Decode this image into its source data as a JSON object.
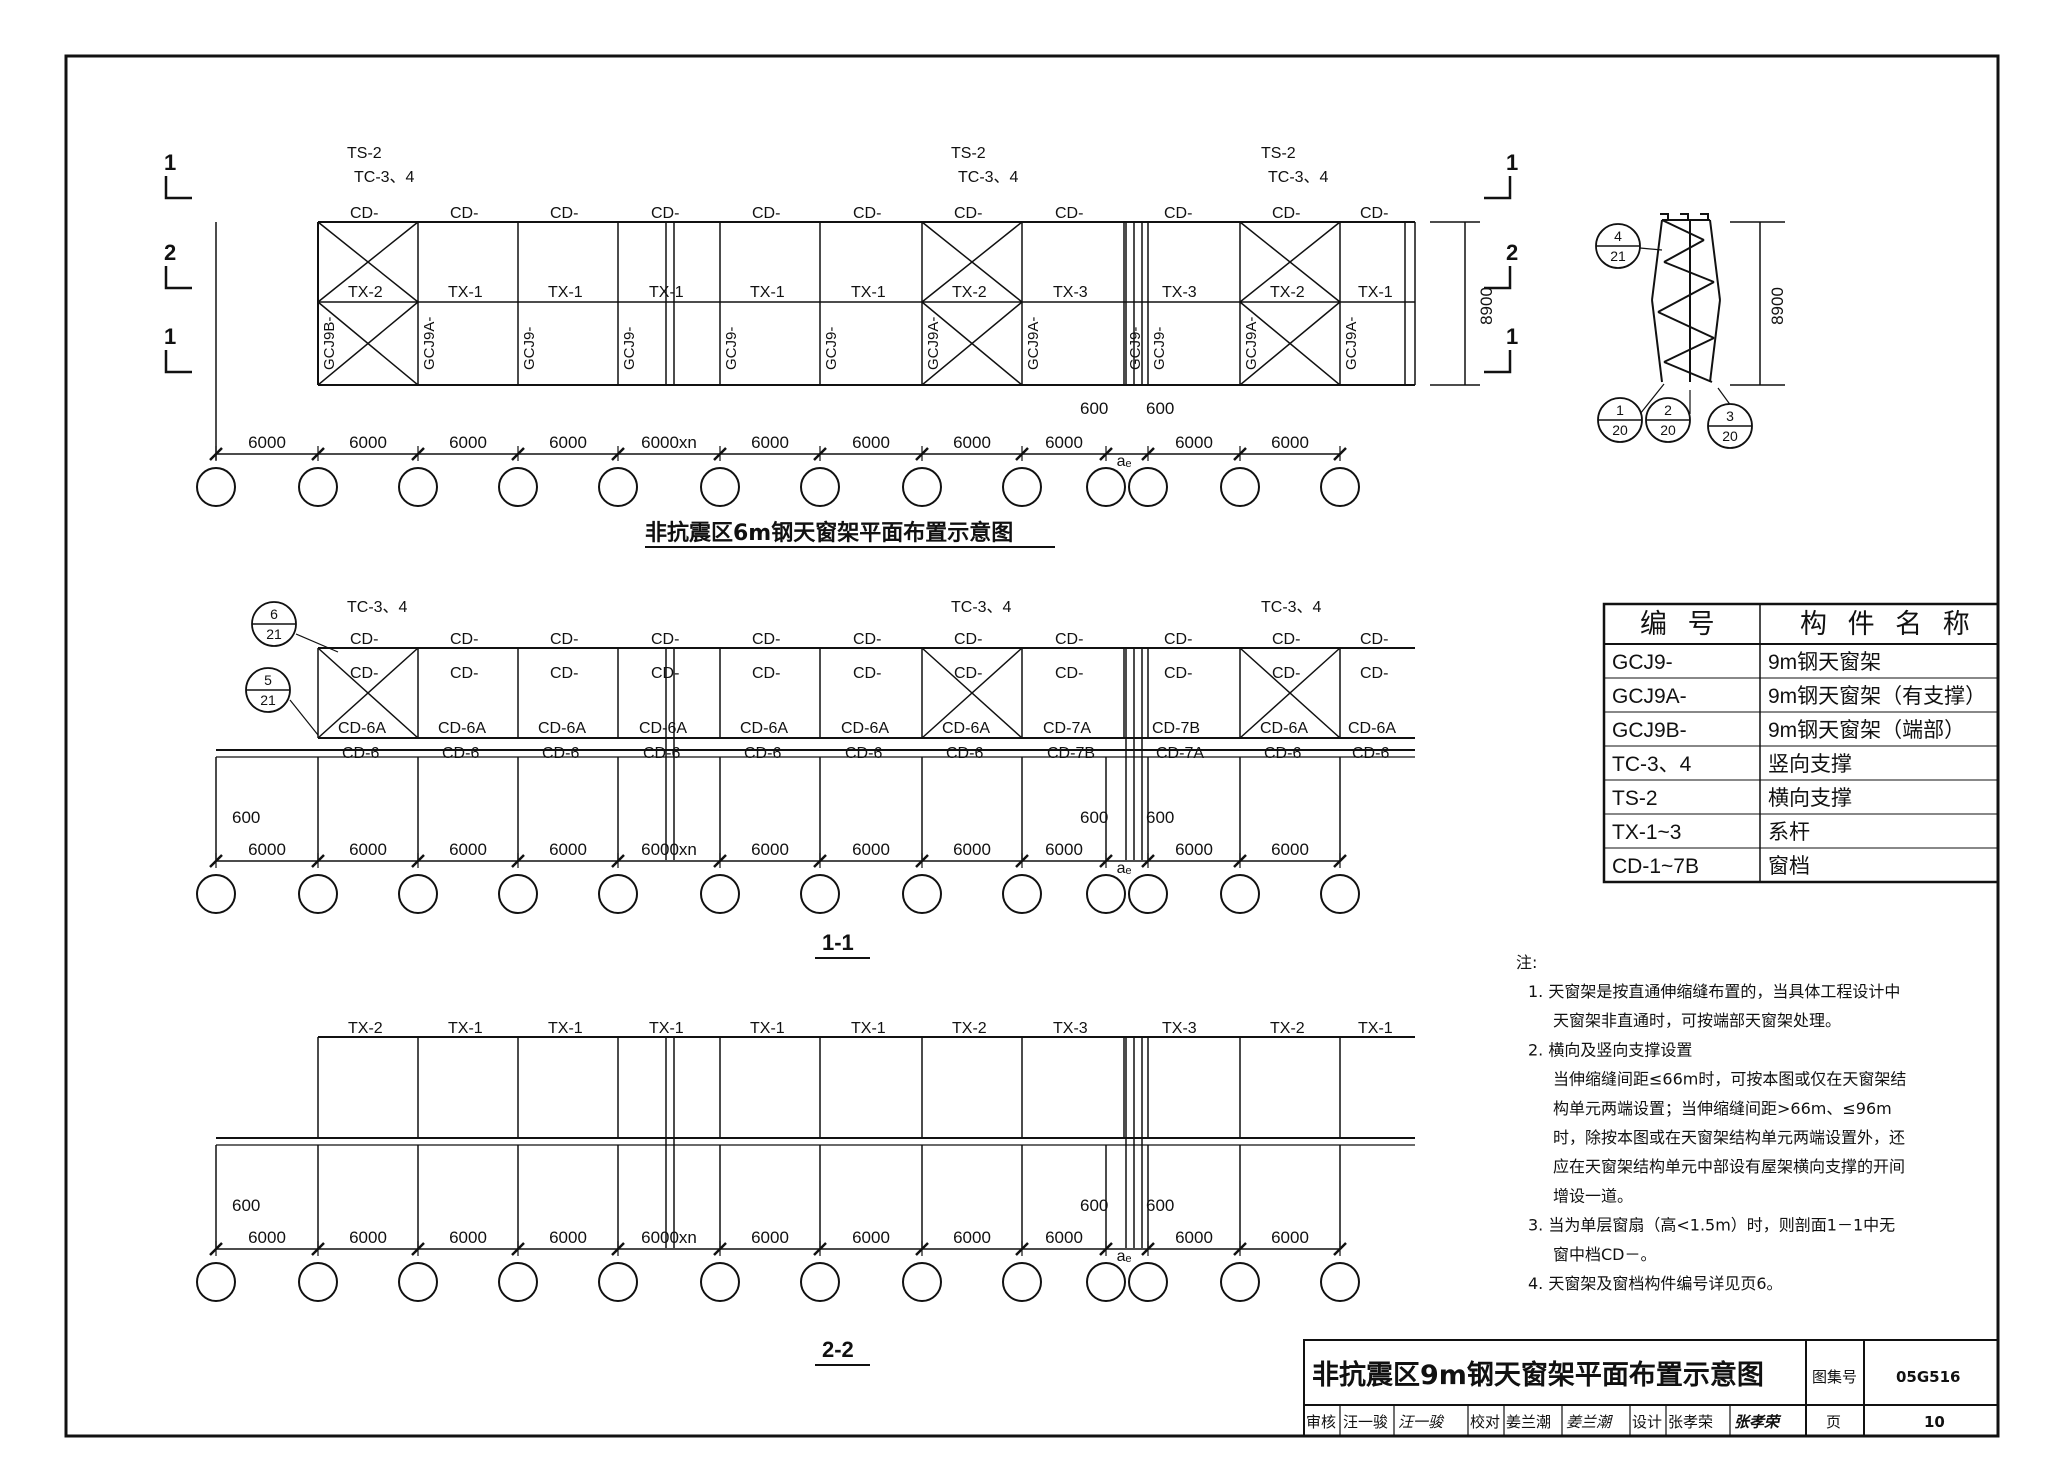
{
  "diagram_title_plan": "非抗震区6m钢天窗架平面布置示意图",
  "section_1_1": "1-1",
  "section_2_2": "2-2",
  "section_marks": {
    "one": "1",
    "two": "2"
  },
  "plan": {
    "ts_label": "TS-2",
    "tc_label": "TC-3、4",
    "cd_label": "CD-",
    "tx_labels": [
      "TX-2",
      "TX-1",
      "TX-1",
      "TX-1",
      "TX-1",
      "TX-1",
      "TX-2",
      "TX-3",
      "TX-3",
      "TX-2",
      "TX-1"
    ],
    "gcj_labels": [
      "GCJ9B-",
      "GCJ9A-",
      "GCJ9-",
      "GCJ9-",
      "GCJ9-",
      "GCJ9-",
      "GCJ9A-",
      "GCJ9A-",
      "GCJ9-",
      "GCJ9-",
      "GCJ9A-",
      "GCJ9A-"
    ],
    "height_dim": "8900"
  },
  "section1": {
    "cd_top": "CD-",
    "cd_mid": "CD-",
    "cd_low": [
      "CD-6A",
      "CD-6A",
      "CD-6A",
      "CD-6A",
      "CD-6A",
      "CD-6A",
      "CD-6A",
      "CD-7A",
      "CD-7B",
      "CD-6A",
      "CD-6A"
    ],
    "cd_bottom": [
      "CD-6",
      "CD-6",
      "CD-6",
      "CD-6",
      "CD-6",
      "CD-6",
      "CD-6",
      "CD-7B",
      "CD-7A",
      "CD-6",
      "CD-6"
    ],
    "ref_a": {
      "num": "6",
      "den": "21"
    },
    "ref_b": {
      "num": "5",
      "den": "21"
    }
  },
  "section2": {
    "tx_labels": [
      "TX-2",
      "TX-1",
      "TX-1",
      "TX-1",
      "TX-1",
      "TX-1",
      "TX-2",
      "TX-3",
      "TX-3",
      "TX-2",
      "TX-1"
    ]
  },
  "dims": {
    "bays": [
      "6000",
      "6000",
      "6000",
      "6000",
      "6000xn",
      "6000",
      "6000",
      "6000",
      "6000",
      "6000",
      "6000"
    ],
    "offset": "600",
    "joint": "aₑ"
  },
  "detail": {
    "height": "8900",
    "refs": [
      {
        "num": "4",
        "den": "21"
      },
      {
        "num": "1",
        "den": "20"
      },
      {
        "num": "2",
        "den": "20"
      },
      {
        "num": "3",
        "den": "20"
      }
    ]
  },
  "table": {
    "header": [
      "编  号",
      "构 件 名 称"
    ],
    "rows": [
      [
        "GCJ9-",
        "9m钢天窗架"
      ],
      [
        "GCJ9A-",
        "9m钢天窗架（有支撑）"
      ],
      [
        "GCJ9B-",
        "9m钢天窗架（端部）"
      ],
      [
        "TC-3、4",
        "竖向支撑"
      ],
      [
        "TS-2",
        "横向支撑"
      ],
      [
        "TX-1~3",
        "系杆"
      ],
      [
        "CD-1~7B",
        "窗档"
      ]
    ]
  },
  "notes": {
    "heading": "注:",
    "lines": [
      "1. 天窗架是按直通伸缩缝布置的，当具体工程设计中",
      "天窗架非直通时，可按端部天窗架处理。",
      "2. 横向及竖向支撑设置",
      "当伸缩缝间距≤66m时，可按本图或仅在天窗架结",
      "构单元两端设置；当伸缩缝间距>66m、≤96m",
      "时，除按本图或在天窗架结构单元两端设置外，还",
      "应在天窗架结构单元中部设有屋架横向支撑的开间",
      "增设一道。",
      "3. 当为单层窗扇（高<1.5m）时，则剖面1－1中无",
      "窗中档CD－。",
      "4. 天窗架及窗档构件编号详见页6。"
    ]
  },
  "title_block": {
    "title": "非抗震区9m钢天窗架平面布置示意图",
    "atlas_label": "图集号",
    "atlas_no": "05G516",
    "review_label": "审核",
    "reviewer": "汪一骏",
    "reviewer_sig": "汪一骏",
    "check_label": "校对",
    "checker": "姜兰潮",
    "checker_sig": "姜兰潮",
    "design_label": "设计",
    "designer": "张孝荣",
    "designer_sig": "张孝荣",
    "page_label": "页",
    "page_no": "10"
  }
}
